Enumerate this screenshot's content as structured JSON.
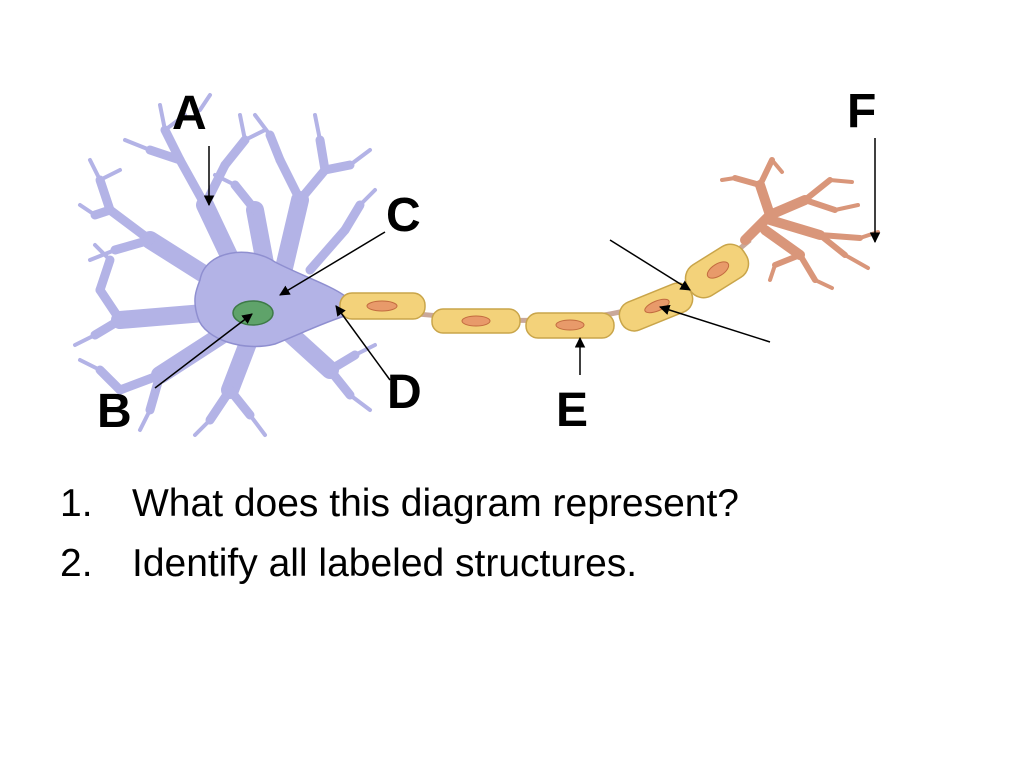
{
  "labels": {
    "a": "A",
    "b": "B",
    "c": "C",
    "d": "D",
    "e": "E",
    "f": "F"
  },
  "questions": [
    {
      "number": "1.",
      "text": "What does this diagram represent?"
    },
    {
      "number": "2.",
      "text": "Identify all labeled structures."
    }
  ],
  "colors": {
    "soma": "#b3b3e6",
    "soma_stroke": "#8080c8",
    "nucleus": "#5fa36a",
    "myelin": "#f3d27a",
    "myelin_stroke": "#c9a54a",
    "myelin_core": "#e89a6a",
    "terminal": "#d9967a",
    "terminal_stroke": "#b87358"
  }
}
